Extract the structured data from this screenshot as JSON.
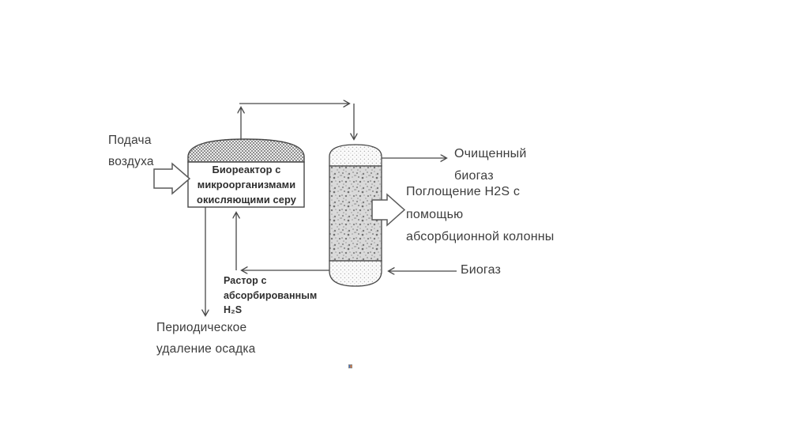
{
  "diagram": {
    "title": "Biogas desulfurization process scheme",
    "labels": {
      "air_supply": "Подача\nвоздуха",
      "bioreactor": "Биореактор с\nмикроорганизмами\nокисляющими серу",
      "clean_biogas": "Очищенный\nбиогаз",
      "absorption": "Поглощение H2S с\nпомощью\nабсорбционной колонны",
      "biogas_feed": "Биогаз",
      "solution": "Растор с\nабсорбированным\nH₂S",
      "sludge_removal": "Периодическое\nудаление осадка"
    },
    "colors": {
      "line": "#474747",
      "text": "#3d3d3d",
      "vessel_fill": "#ffffff",
      "dome_hatch": "#8f8f8f",
      "packing_stipple": "#8a8a8a"
    },
    "icons": [
      "air-block-arrow",
      "absorb-block-arrow",
      "flow-arrowheads",
      "embedded-object-marker"
    ]
  }
}
